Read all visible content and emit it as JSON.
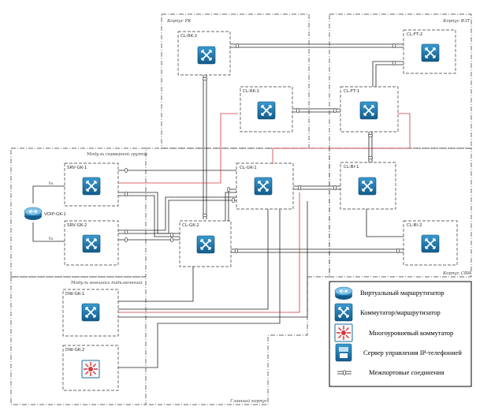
{
  "zones": {
    "rk": "Корпус РК",
    "fzt": "Корпус ФЗТ",
    "server_module": "Модуль серверной группы",
    "ext_module": "Модуль внешних подключений",
    "svi": "Корпус СВИ",
    "main": "Главный корпус"
  },
  "devices": {
    "cl_rk_2": "CL-RK-2",
    "cl_rk_1": "CL-RK-1",
    "cl_ft_2": "CL-FT-2",
    "cl_ft_1": "CL-FT-1",
    "srv_gk_1": "SRV-GK-1",
    "srv_gk_2": "SRV-GK-2",
    "voip_gk_1": "VOIP-GK-1",
    "cl_gk_1": "CL-GK-1",
    "cl_gk_2": "CL-GK-2",
    "cl_bi_1": "CL-BI-1",
    "cl_bi_2": "CL-BI-2",
    "dw_gk_1": "DW-GK-1",
    "dw_gk_2": "DW-GK-2"
  },
  "port_labels": {
    "voip_top": "Fa",
    "voip_bottom": "Fa"
  },
  "legend": {
    "virtual_router": "Виртуальный маршрутизатор",
    "switch_router": "Коммутатор/маршрутизатор",
    "multilayer_switch": "Многоуровневый коммутатор",
    "ip_phone_server": "Сервер управления IP-телефонией",
    "interport": "Межпортовые соединения"
  },
  "colors": {
    "device_blue": "#1f7fb5",
    "device_dark": "#14567e",
    "multilayer_red": "#d9343a",
    "red_cable": "#d0383c"
  },
  "icons": {
    "switch": "switch-router-icon",
    "router": "virtual-router-icon",
    "multilayer": "multilayer-switch-icon",
    "phone_server": "ip-phone-server-icon"
  }
}
